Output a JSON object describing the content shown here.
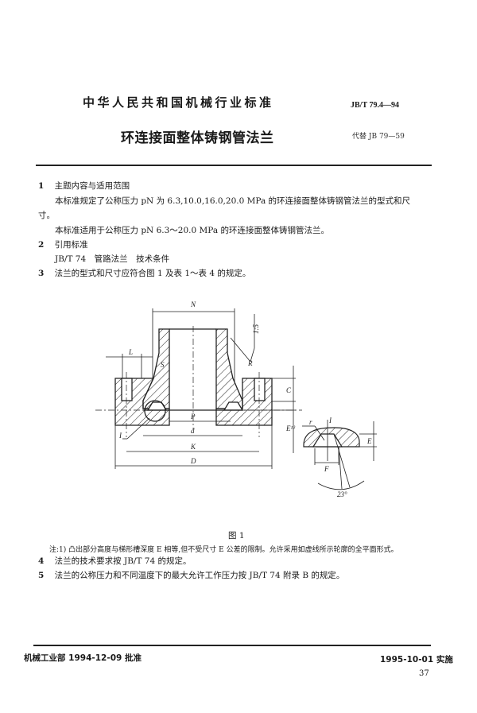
{
  "header": {
    "org_title": "中华人民共和国机械行业标准",
    "standard_number": "JB/T 79.4—94",
    "doc_title": "环连接面整体铸钢管法兰",
    "replaces": "代替 JB 79—59"
  },
  "sections": [
    {
      "number": "1",
      "heading": "主题内容与适用范围"
    },
    {
      "number": "2",
      "heading": "引用标准"
    },
    {
      "number": "3",
      "heading": "法兰的型式和尺寸应符合图 1 及表 1～表 4 的规定。"
    },
    {
      "number": "4",
      "heading": "法兰的技术要求按 JB/T 74 的规定。"
    },
    {
      "number": "5",
      "heading": "法兰的公称压力和不同温度下的最大允许工作压力按 JB/T 74 附录 B 的规定。"
    }
  ],
  "paragraphs": {
    "p1_line1": "本标准规定了公称压力 pN 为 6.3,10.0,16.0,20.0 MPa 的环连接面整体铸钢管法兰的型式和尺",
    "p1_line2": "寸。",
    "p2": "本标准适用于公称压力 pN 6.3～20.0 MPa 的环连接面整体铸钢管法兰。",
    "ref_std": "JB/T 74　管路法兰　技术条件"
  },
  "figure": {
    "caption": "图 1",
    "note": "注:1) 凸出部分高度与梯形槽深度 E 相等,但不受尺寸 E 公差的限制。允许采用如虚线所示轮廓的全平面形式。",
    "labels": {
      "N": "N",
      "L": "L",
      "S": "S",
      "R": "R",
      "C": "C",
      "E": "E¹⁾",
      "P": "P",
      "d": "d",
      "K": "K",
      "D": "D",
      "I": "I",
      "taper": "1:5",
      "detail_r": "r",
      "detail_I": "I",
      "detail_F": "F",
      "detail_E": "E",
      "angle": "23°"
    }
  },
  "footer": {
    "approved": "机械工业部 1994-12-09 批准",
    "effective": "1995-10-01 实施",
    "page": "37"
  }
}
